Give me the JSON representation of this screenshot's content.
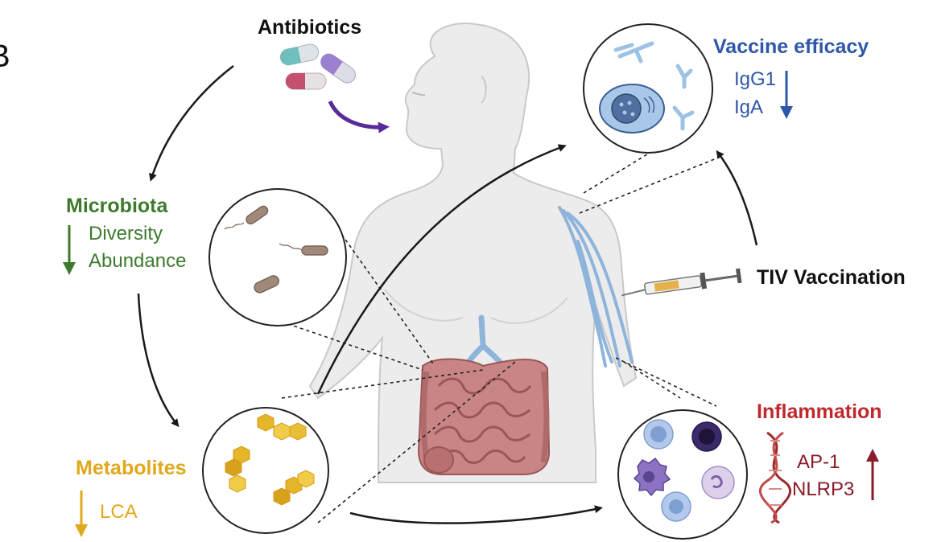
{
  "figure": {
    "panel_letter": "B"
  },
  "labels": {
    "antibiotics": "Antibiotics",
    "microbiota": {
      "title": "Microbiota",
      "items": [
        "Diversity",
        "Abundance"
      ]
    },
    "metabolites": {
      "title": "Metabolites",
      "items": [
        "LCA"
      ]
    },
    "vaccine_efficacy": {
      "title": "Vaccine efficacy",
      "items": [
        "IgG1",
        "IgA"
      ]
    },
    "tiv_vaccination": "TIV Vaccination",
    "inflammation": {
      "title": "Inflammation",
      "items": [
        "AP-1",
        "NLRP3"
      ]
    }
  },
  "colors": {
    "microbiota": "#3d7a2e",
    "metabolites": "#e0a81c",
    "vaccine": "#2f57a8",
    "inflammation": "#c0282d",
    "inflammation_arrow": "#8a1c2a",
    "antibiotic_arrow": "#5a2a9a",
    "body": "#ececec",
    "body_outline": "#c9c9c9",
    "vein": "#8fb4dc",
    "intestine": "#c98585"
  },
  "icons": [
    "capsule-icon",
    "bacteria-icon",
    "antibody-icon",
    "b-cell-icon",
    "syringe-icon",
    "dna-icon",
    "hexagon-metabolite-icon",
    "immune-cell-icon"
  ]
}
